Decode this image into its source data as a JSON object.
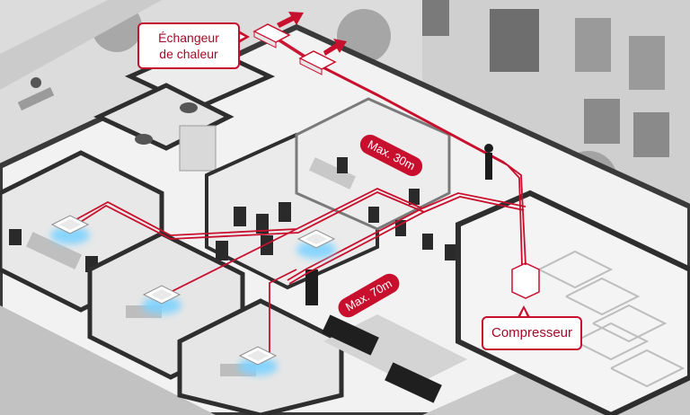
{
  "labels": {
    "heat_exchanger": [
      "Échangeur",
      "de chaleur"
    ],
    "compressor": "Compresseur",
    "max_30": "Max. 30m",
    "max_70": "Max. 70m"
  },
  "colors": {
    "accent": "#c8102e",
    "accent_text": "#a50a27",
    "cassette_glow": "#7fd3ff"
  }
}
